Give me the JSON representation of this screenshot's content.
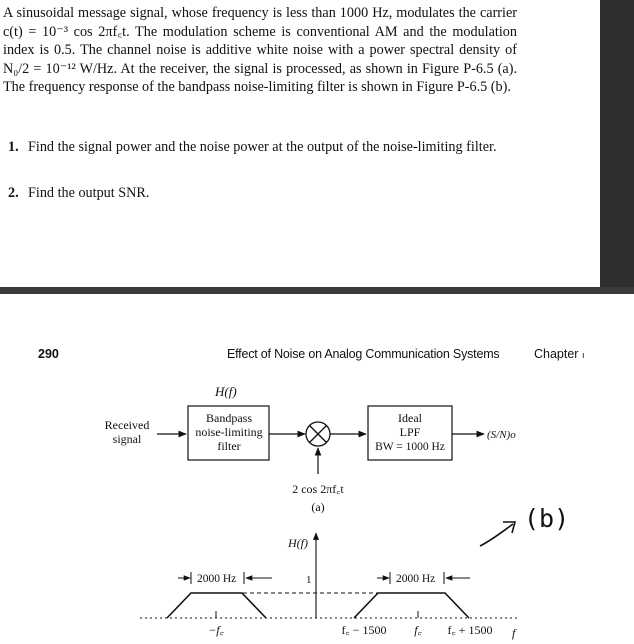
{
  "problem": {
    "paragraph": "A sinusoidal message signal, whose frequency is less than 1000 Hz, modulates the carrier c(t) = 10⁻³ cos 2πf꜀t. The modulation scheme is conventional AM and the modulation index is 0.5. The channel noise is additive white noise with a power spectral density of N₀/2 = 10⁻¹² W/Hz. At the receiver, the signal is processed, as shown in Figure P-6.5 (a). The frequency response of the bandpass noise-limiting filter is shown in Figure P-6.5 (b).",
    "questions": [
      {
        "num": "1.",
        "text": "Find the signal power and the noise power at the output of the noise-limiting filter."
      },
      {
        "num": "2.",
        "text": "Find the output SNR."
      }
    ]
  },
  "page_header": {
    "page_number": "290",
    "title": "Effect of Noise on Analog Communication Systems",
    "chapter": "Chapter"
  },
  "block_diagram": {
    "filter_label": "H(f)",
    "input_label_1": "Received",
    "input_label_2": "signal",
    "bandpass_1": "Bandpass",
    "bandpass_2": "noise-limiting",
    "bandpass_3": "filter",
    "lpf_1": "Ideal",
    "lpf_2": "LPF",
    "lpf_3": "BW = 1000 Hz",
    "output_label": "(S/N)o",
    "mixer_input": "2 cos 2πf꜀t",
    "caption": "(a)"
  },
  "response": {
    "axis_label": "H(f)",
    "left_bandwidth": "2000 Hz",
    "right_bandwidth": "2000 Hz",
    "peak_value": "1",
    "tick_neg_fc": "−f꜀",
    "tick_fc_minus": "f꜀ − 1500",
    "tick_fc": "f꜀",
    "tick_fc_plus": "f꜀ + 1500",
    "f_label": "f"
  },
  "annotation": {
    "handwritten": "(b)"
  }
}
